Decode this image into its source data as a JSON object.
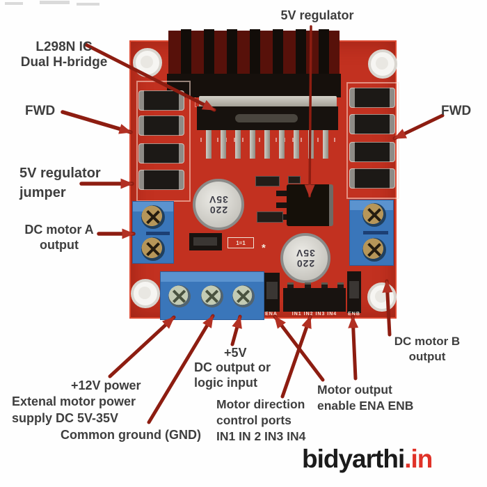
{
  "annotations": {
    "regulator_5v": "5V regulator",
    "l298n_line1": "L298N IC",
    "l298n_line2": "Dual H-bridge",
    "fwd_left": "FWD",
    "fwd_right": "FWD",
    "jumper_line1": "5V regulator",
    "jumper_line2": "jumper",
    "motor_a_line1": "DC motor A",
    "motor_a_line2": "output",
    "motor_b_line1": "DC motor B",
    "motor_b_line2": "output",
    "power_line1": "+12V power",
    "power_line2": "Extenal motor power",
    "power_line3": "supply DC 5V-35V",
    "ground": "Common ground (GND)",
    "logic_line1": "+5V",
    "logic_line2": "DC output or",
    "logic_line3": "logic input",
    "direction_line1": "Motor direction",
    "direction_line2": "control ports",
    "direction_line3": "IN1 IN 2 IN3 IN4",
    "enable_line1": "Motor output",
    "enable_line2": "enable ENA ENB"
  },
  "board": {
    "cap_line1": "220",
    "cap_line2": "35V",
    "silk_mark": "1=1",
    "star_mark": "*",
    "pin_labels": {
      "ena": "ENA",
      "inputs": "IN1 IN2 IN3 IN4",
      "enb": "ENB"
    }
  },
  "watermark": {
    "black": "bidyarthi",
    "red": ".in"
  },
  "colors": {
    "pcb_red": "#c23120",
    "pcb_edge": "#dd4a33",
    "terminal_blue": "#3a76ba",
    "arrow_stroke": "#8d1d11",
    "arrow_head": "#b23023",
    "heatsink_black": "#16100c",
    "watermark_red": "#e03228",
    "label_text": "#3e3e3e"
  }
}
